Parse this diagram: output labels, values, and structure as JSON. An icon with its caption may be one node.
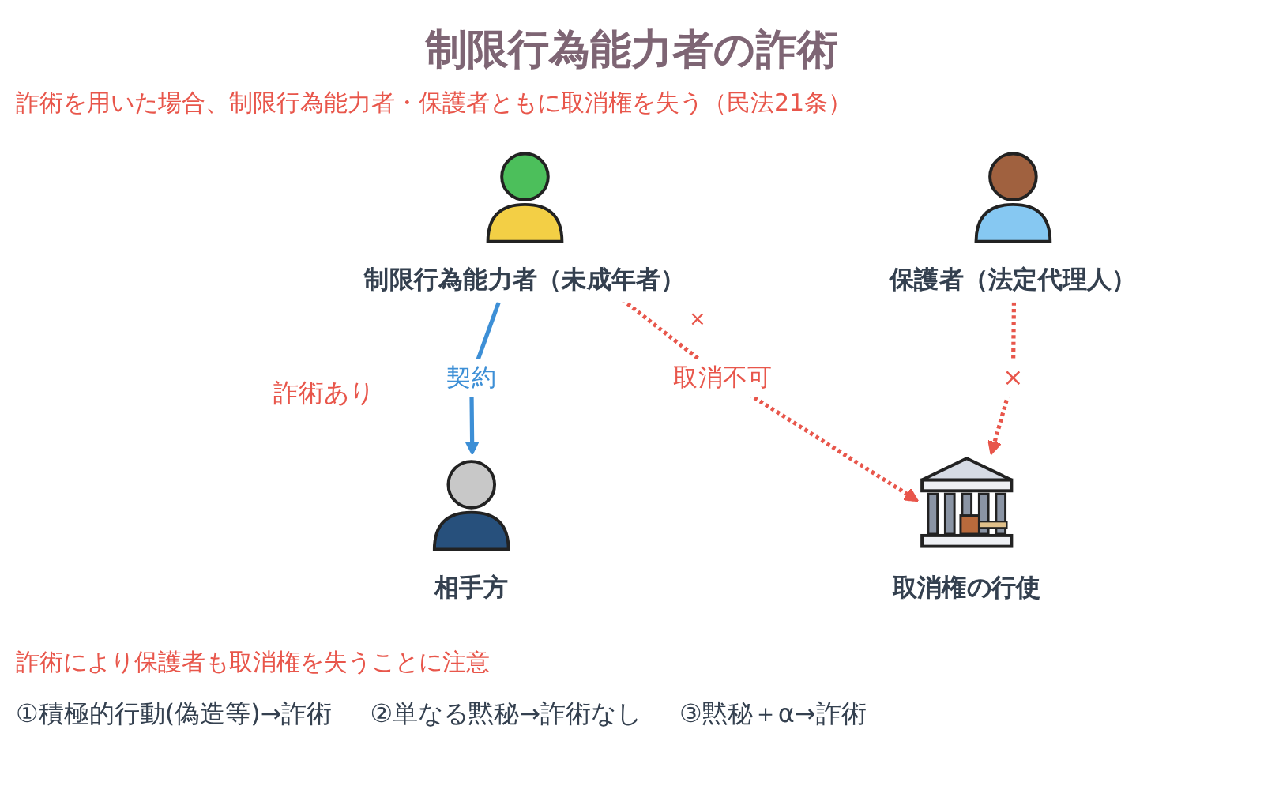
{
  "diagram": {
    "title": "制限行為能力者の詐術",
    "nodes": [
      {
        "text": [
          "制限行為能力者（未成年者）"
        ]
      },
      {
        "text": [
          "相手方"
        ]
      },
      {
        "text": [
          "保護者（法定代理人）"
        ]
      },
      {
        "text": [
          "取消権の行使"
        ]
      }
    ],
    "edges": [
      {
        "from": 0,
        "to": 1,
        "arrow": "to",
        "label": "契約",
        "color": "#3d8fd6"
      },
      {
        "from": 0,
        "to": 3,
        "arrow": "to",
        "label": "取消不可",
        "style": "dashed"
      },
      {
        "from": 2,
        "to": 3,
        "arrow": "to",
        "label": "×",
        "style": "dashed"
      }
    ],
    "labels": [
      "詐術を用いた場合、制限行為能力者・保護者ともに取消権を失う（民法21条）",
      "×",
      "詐術あり",
      "詐術により保護者も取消権を失うことに注意",
      "①積極的行動(偽造等)→詐術",
      "②単なる黙秘→詐術なし",
      "③黙秘＋α→詐術"
    ]
  }
}
